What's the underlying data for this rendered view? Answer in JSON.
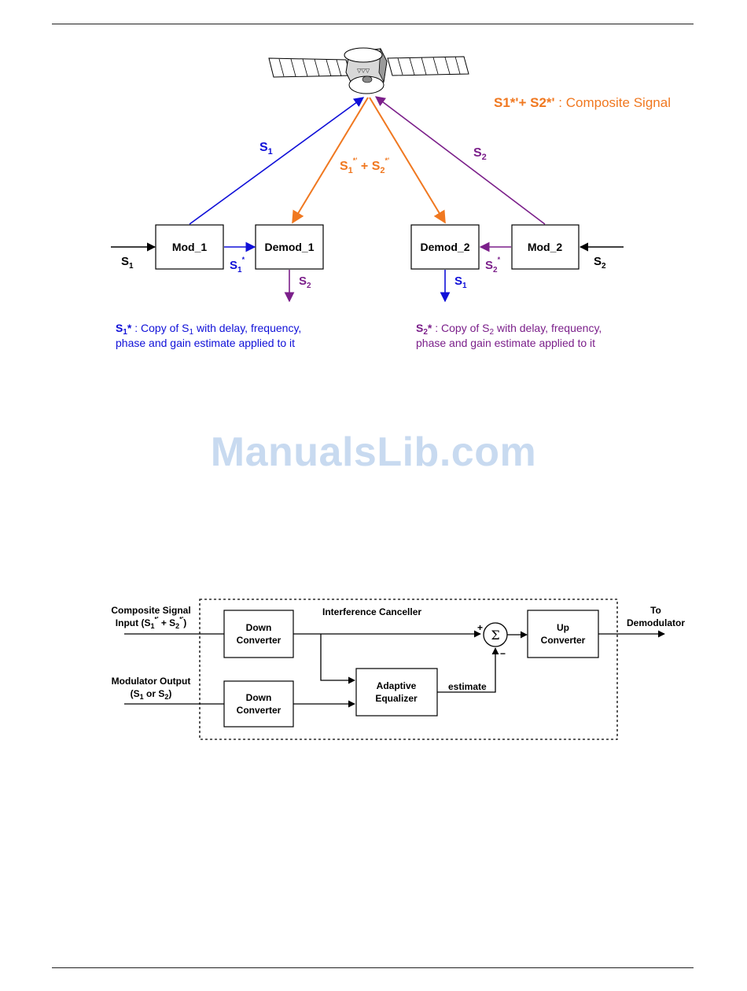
{
  "diagram1": {
    "legend_title": {
      "main": "S1*'+ S2*'",
      "rest": " : Composite Signal"
    },
    "uplink_left": {
      "base": "S",
      "sub": "1"
    },
    "uplink_right": {
      "base": "S",
      "sub": "2"
    },
    "downlink": {
      "s1": "S",
      "sub1": "1",
      "sup1": "*'",
      "plus": " + S",
      "sub2": "2",
      "sup2": "*'"
    },
    "boxes": {
      "mod1": "Mod_1",
      "demod1": "Demod_1",
      "demod2": "Demod_2",
      "mod2": "Mod_2"
    },
    "input_left": {
      "base": "S",
      "sub": "1"
    },
    "input_right": {
      "base": "S",
      "sub": "2"
    },
    "copy_left": {
      "base": "S",
      "sub": "1",
      "sup": "*"
    },
    "copy_right": {
      "base": "S",
      "sub": "2",
      "sup": "*"
    },
    "out_left": {
      "base": "S",
      "sub": "2"
    },
    "out_right": {
      "base": "S",
      "sub": "1"
    },
    "note_left": {
      "head": "S",
      "headsub": "1",
      "headstar": "*",
      "line1a": " : Copy of S",
      "line1sub": "1",
      "line1b": " with delay, frequency,",
      "line2": "phase and gain estimate applied to it"
    },
    "note_right": {
      "head": "S",
      "headsub": "2",
      "headstar": "*",
      "line1a": " : Copy of S",
      "line1sub": "2",
      "line1b": " with delay, frequency,",
      "line2": "phase and gain estimate applied to it"
    }
  },
  "watermark": "ManualsLib.com",
  "diagram2": {
    "composite_input": {
      "line1": "Composite Signal",
      "line2a": "Input (S",
      "sub1": "1",
      "sup1": "*'",
      "plus": " + S",
      "sub2": "2",
      "sup2": "*'",
      "close": ")"
    },
    "modulator_output": {
      "line1": "Modulator Output",
      "line2a": "(S",
      "sub1": "1",
      "mid": " or S",
      "sub2": "2",
      "close": ")"
    },
    "canceller_label": "Interference Canceller",
    "down1": {
      "line1": "Down",
      "line2": "Converter"
    },
    "down2": {
      "line1": "Down",
      "line2": "Converter"
    },
    "equalizer": {
      "line1": "Adaptive",
      "line2": "Equalizer"
    },
    "estimate": "estimate",
    "sigma": "Σ",
    "plus_sign": "+",
    "minus_sign": "−",
    "up": {
      "line1": "Up",
      "line2": "Converter"
    },
    "to_demod": {
      "line1": "To",
      "line2": "Demodulator"
    }
  },
  "colors": {
    "blue": "#1010d8",
    "orange": "#f07820",
    "purple": "#7b1f8a",
    "watermark": "#c8daf0"
  }
}
